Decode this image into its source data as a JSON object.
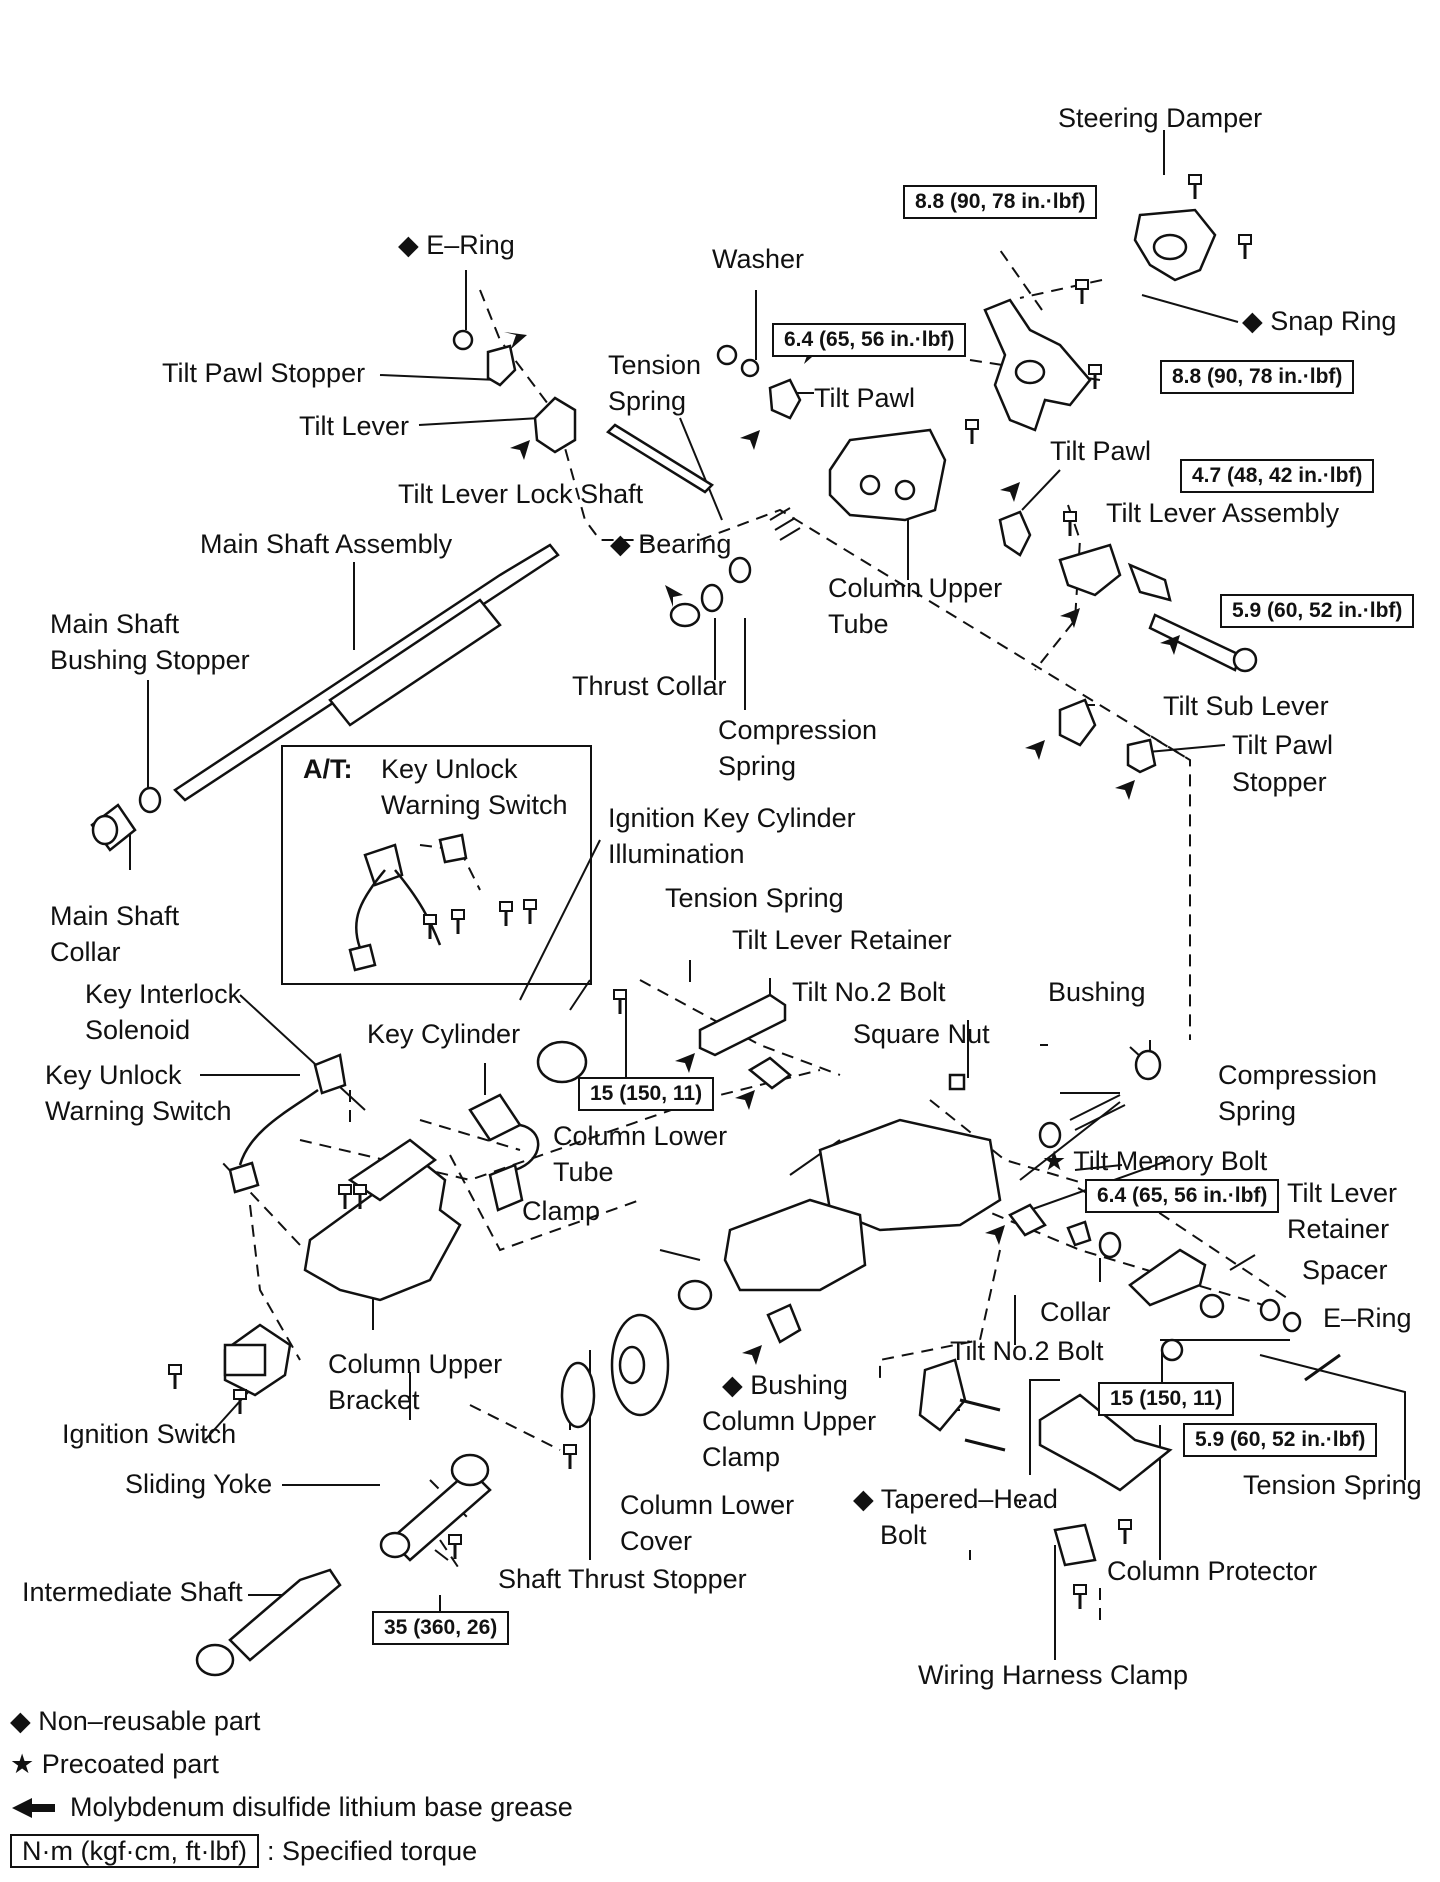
{
  "labels": {
    "steering_damper": "Steering Damper",
    "e_ring_top": "◆ E–Ring",
    "washer": "Washer",
    "snap_ring": "◆ Snap Ring",
    "tilt_pawl_stopper_top": "Tilt Pawl Stopper",
    "tension_spring_top_1": "Tension",
    "tension_spring_top_2": "Spring",
    "tilt_pawl_top": "Tilt Pawl",
    "tilt_lever": "Tilt Lever",
    "tilt_pawl_right": "Tilt Pawl",
    "tilt_lever_lock_shaft": "Tilt Lever Lock Shaft",
    "tilt_lever_assembly": "Tilt Lever Assembly",
    "main_shaft_assembly": "Main Shaft Assembly",
    "bearing": "◆ Bearing",
    "column_upper_tube_1": "Column Upper",
    "column_upper_tube_2": "Tube",
    "main_shaft_bushing_stopper_1": "Main Shaft",
    "main_shaft_bushing_stopper_2": "Bushing Stopper",
    "thrust_collar": "Thrust Collar",
    "compression_spring_top_1": "Compression",
    "compression_spring_top_2": "Spring",
    "tilt_sub_lever": "Tilt Sub Lever",
    "tilt_pawl_stopper_right_1": "Tilt Pawl",
    "tilt_pawl_stopper_right_2": "Stopper",
    "inset_at": "A/T:",
    "inset_title_1": "Key Unlock",
    "inset_title_2": "Warning Switch",
    "ignition_key_illum_1": "Ignition Key Cylinder",
    "ignition_key_illum_2": "Illumination",
    "main_shaft_collar_1": "Main Shaft",
    "main_shaft_collar_2": "Collar",
    "tension_spring_mid": "Tension Spring",
    "tilt_lever_retainer_mid": "Tilt Lever Retainer",
    "key_interlock_solenoid_1": "Key Interlock",
    "key_interlock_solenoid_2": "Solenoid",
    "tilt_no2_bolt_mid": "Tilt No.2 Bolt",
    "bushing_right": "Bushing",
    "key_cylinder": "Key Cylinder",
    "square_nut": "Square Nut",
    "key_unlock_warning_switch_1": "Key Unlock",
    "key_unlock_warning_switch_2": "Warning Switch",
    "compression_spring_right_1": "Compression",
    "compression_spring_right_2": "Spring",
    "column_lower_tube_1": "Column Lower",
    "column_lower_tube_2": "Tube",
    "tilt_memory_bolt": "★ Tilt Memory Bolt",
    "tilt_lever_retainer_right_1": "Tilt Lever",
    "tilt_lever_retainer_right_2": "Retainer",
    "clamp": "Clamp",
    "spacer": "Spacer",
    "collar": "Collar",
    "e_ring_right": "E–Ring",
    "column_upper_bracket_1": "Column Upper",
    "column_upper_bracket_2": "Bracket",
    "tilt_no2_bolt_low": "Tilt No.2 Bolt",
    "bushing_low": "◆ Bushing",
    "column_upper_clamp_1": "Column Upper",
    "column_upper_clamp_2": "Clamp",
    "ignition_switch": "Ignition Switch",
    "tension_spring_right": "Tension Spring",
    "sliding_yoke": "Sliding Yoke",
    "column_lower_cover_1": "Column Lower",
    "column_lower_cover_2": "Cover",
    "tapered_head_bolt_1": "◆ Tapered–Head",
    "tapered_head_bolt_2": "Bolt",
    "shaft_thrust_stopper": "Shaft Thrust Stopper",
    "column_protector": "Column Protector",
    "intermediate_shaft": "Intermediate Shaft",
    "wiring_harness_clamp": "Wiring Harness Clamp"
  },
  "torque": {
    "t1": "8.8 (90, 78 in.·lbf)",
    "t2": "6.4 (65, 56 in.·lbf)",
    "t3": "8.8 (90, 78 in.·lbf)",
    "t4": "4.7 (48, 42 in.·lbf)",
    "t5": "5.9 (60, 52 in.·lbf)",
    "t6": "15 (150, 11)",
    "t7": "6.4 (65, 56 in.·lbf)",
    "t8": "15 (150, 11)",
    "t9": "5.9 (60, 52 in.·lbf)",
    "t10": "35 (360, 26)"
  },
  "legend": {
    "non_reusable": "◆ Non–reusable part",
    "precoated": "★ Precoated part",
    "grease": "Molybdenum disulfide lithium base grease",
    "torque_key": "N·m (kgf·cm, ft·lbf)",
    "torque_desc": ": Specified torque"
  },
  "icons": {
    "diamond": "non-reusable-diamond-icon",
    "star": "precoated-star-icon",
    "arrow": "grease-arrow-icon"
  },
  "colors": {
    "line": "#111111",
    "background": "#ffffff"
  }
}
